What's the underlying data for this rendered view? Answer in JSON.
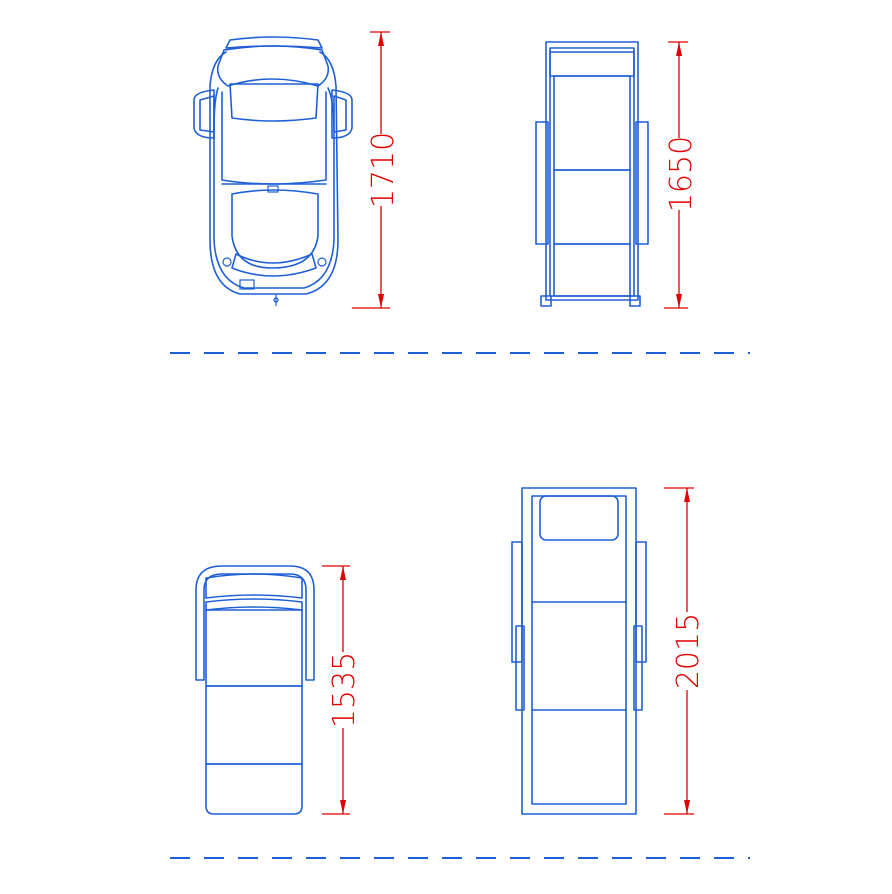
{
  "drawing": {
    "description_colors": {
      "outline": "#1f5fd6",
      "dimension": "#e00000",
      "background": "#ffffff"
    },
    "dimensions": {
      "chair_1": "1710",
      "chair_2": "1650",
      "chair_3": "1535",
      "chair_4": "2015"
    }
  }
}
